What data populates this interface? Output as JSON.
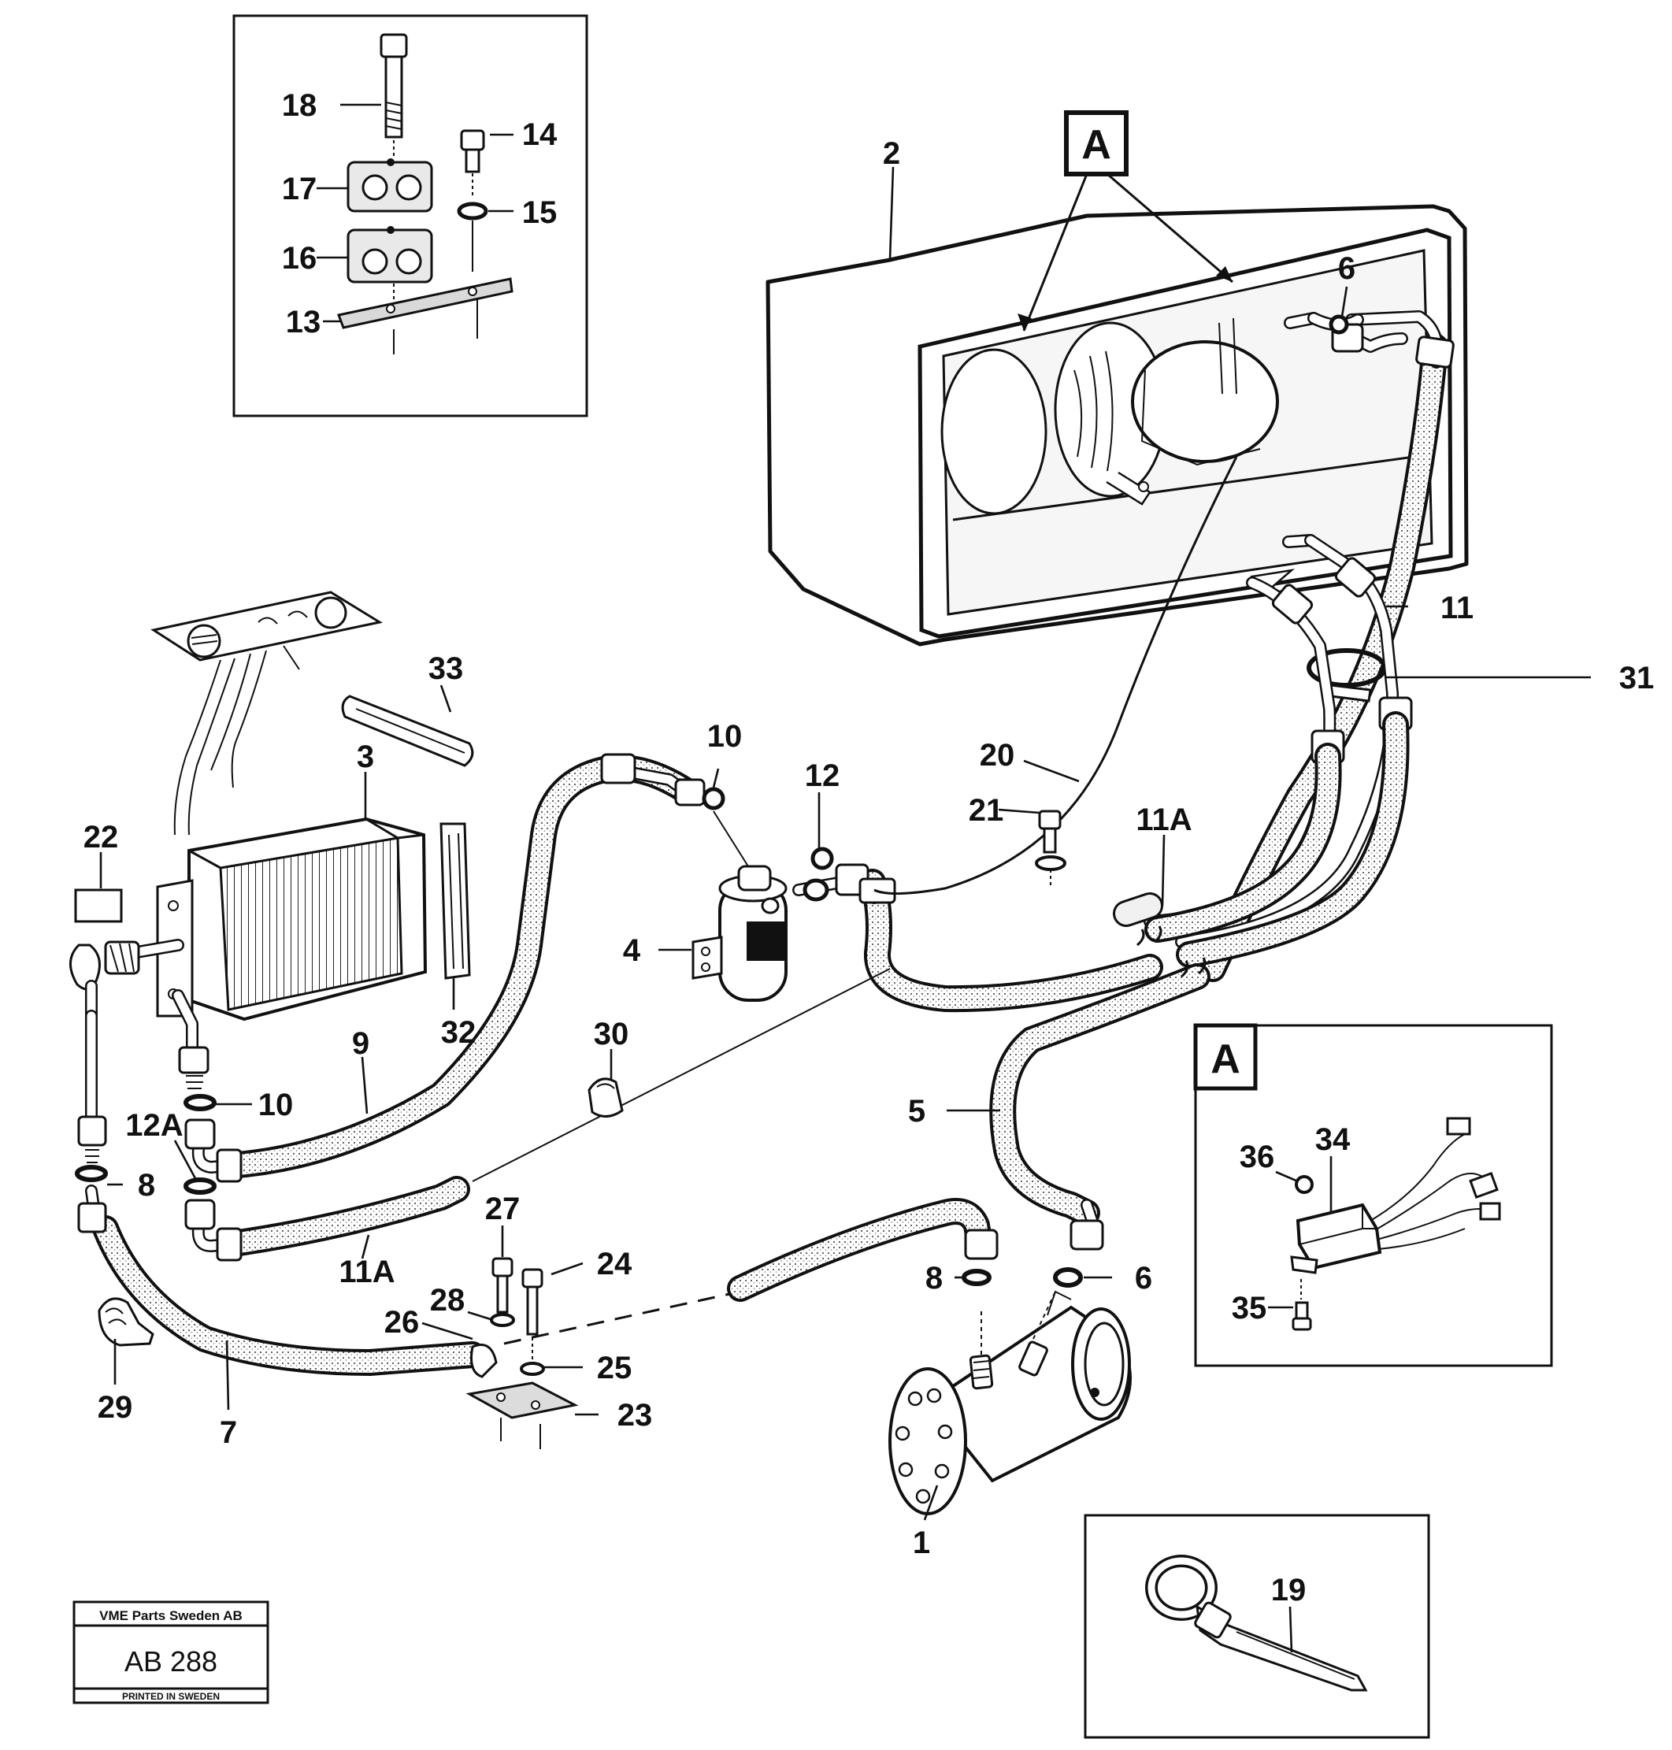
{
  "callouts": {
    "c1": "1",
    "c2": "2",
    "c3": "3",
    "c4": "4",
    "c5": "5",
    "c6a": "6",
    "c6b": "6",
    "c7": "7",
    "c8a": "8",
    "c8b": "8",
    "c9": "9",
    "c10a": "10",
    "c10b": "10",
    "c11": "11",
    "c11a_a": "11A",
    "c11a_b": "11A",
    "c12": "12",
    "c12a": "12A",
    "c13": "13",
    "c14": "14",
    "c15": "15",
    "c16": "16",
    "c17": "17",
    "c18": "18",
    "c19": "19",
    "c20": "20",
    "c21": "21",
    "c22": "22",
    "c23": "23",
    "c24": "24",
    "c25": "25",
    "c26": "26",
    "c27": "27",
    "c28": "28",
    "c29": "29",
    "c30": "30",
    "c31": "31",
    "c32": "32",
    "c33": "33",
    "c34": "34",
    "c35": "35",
    "c36": "36"
  },
  "detail_markers": {
    "main": "A",
    "inset": "A"
  },
  "stamp": {
    "company": "VME Parts Sweden AB",
    "code": "AB 288",
    "printed": "PRINTED IN SWEDEN"
  }
}
